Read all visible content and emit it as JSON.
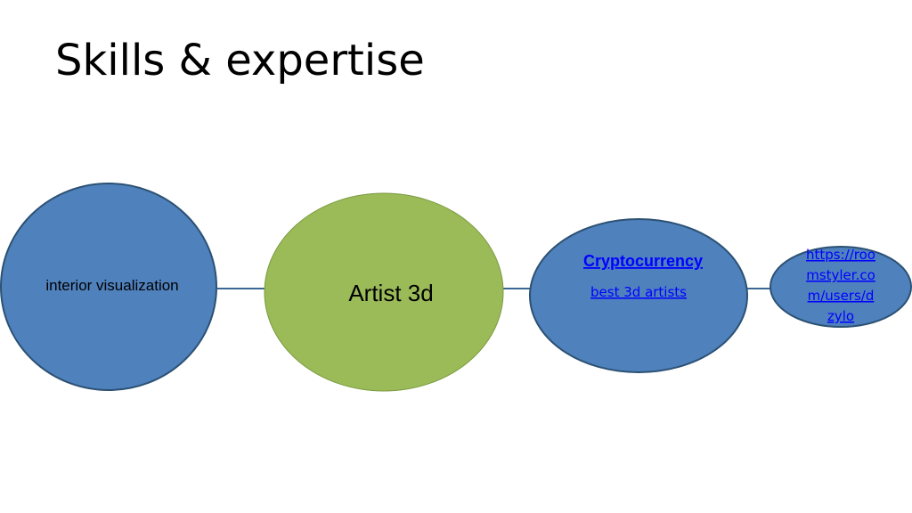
{
  "slide": {
    "title": "Skills & expertise"
  },
  "diagram": {
    "colors": {
      "blue_fill": "#4f81bd",
      "blue_stroke": "#2c5173",
      "green_fill": "#9bbb59",
      "green_stroke": "#7a9a3f",
      "connector": "#3a6794",
      "link_text": "#0000ff",
      "node_text": "#000000"
    },
    "nodes": {
      "interior": {
        "label": "interior visualization"
      },
      "artist": {
        "label": "Artist 3d"
      },
      "crypto": {
        "link_label": "Cryptocurrency",
        "sub_link_label": "best 3d artists"
      },
      "url": {
        "lines": [
          "https://roo",
          "mstyler.co",
          "m/users/d",
          "zylo"
        ]
      }
    }
  }
}
